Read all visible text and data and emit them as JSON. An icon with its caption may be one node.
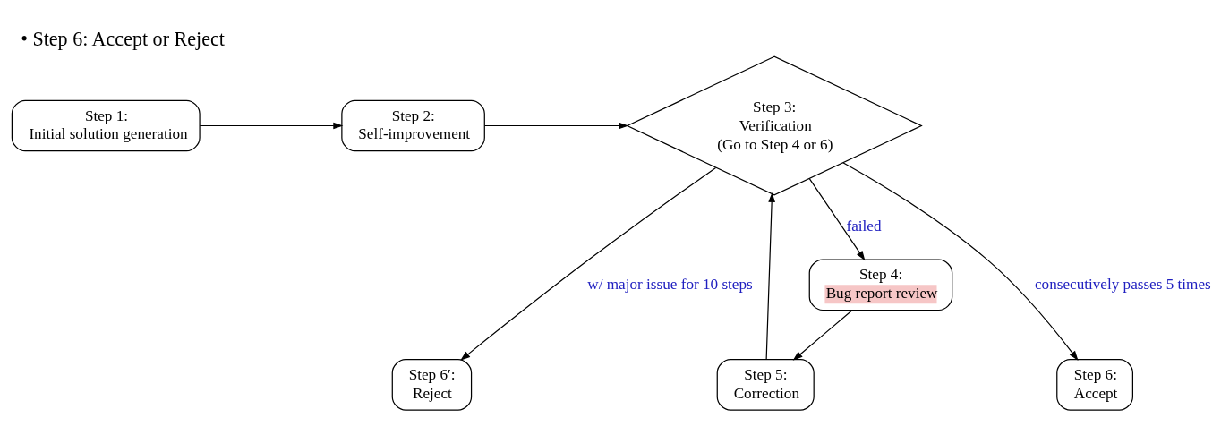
{
  "diagram": {
    "title": "• Step 6: Accept or Reject",
    "nodes": [
      {
        "text": [
          "Step 1:",
          "Initial solution generation"
        ]
      },
      {
        "text": [
          "Step 2:",
          "Self-improvement"
        ]
      },
      {
        "text": [
          "Step 3:",
          "Verification",
          "(Go to Step 4 or 6)"
        ]
      },
      {
        "text": [
          "Step 4:",
          "Bug report review"
        ]
      },
      {
        "text": [
          "Step 5:",
          "Correction"
        ]
      },
      {
        "text": [
          "Step 6′:",
          "Reject"
        ]
      },
      {
        "text": [
          "Step 6:",
          "Accept"
        ]
      }
    ],
    "edges": [
      {
        "from": 0,
        "to": 1,
        "arrow": "to"
      },
      {
        "from": 1,
        "to": 2,
        "arrow": "to"
      },
      {
        "from": 2,
        "to": 3,
        "arrow": "to",
        "label": "failed"
      },
      {
        "from": 3,
        "to": 4,
        "arrow": "to"
      },
      {
        "from": 4,
        "to": 2,
        "arrow": "to"
      },
      {
        "from": 2,
        "to": 5,
        "arrow": "to",
        "label": "w/ major issue for 10 steps"
      },
      {
        "from": 2,
        "to": 6,
        "arrow": "to",
        "label": "consecutively passes 5 times"
      }
    ]
  }
}
